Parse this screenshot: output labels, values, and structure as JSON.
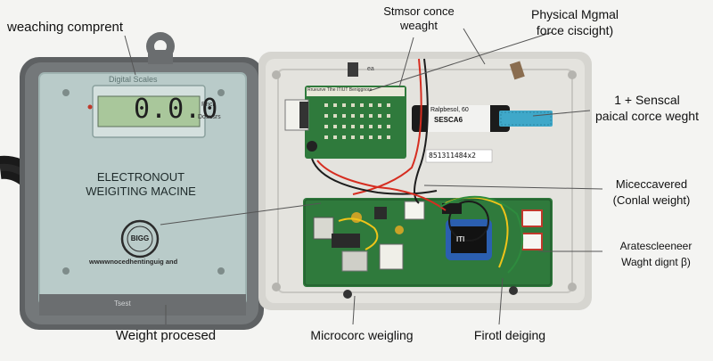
{
  "labels": {
    "weaching_comprent": "weaching comprent",
    "stmsor_line1": "Stmsor conce",
    "stmsor_line2": "weaght",
    "physical_line1": "Physical Mgmal",
    "physical_line2": "force ciscight)",
    "senscal_line1": "1 + Senscal",
    "senscal_line2": "paical corce weght",
    "miceccavered_line1": "Miceccavered",
    "miceccavered_line2": "(Conlal weight)",
    "aratesc_line1": "Aratescleeneer",
    "aratesc_line2": "Waght dignt β)",
    "weight_procesed": "Weight procesed",
    "microcorc": "Microcorc weigling",
    "firotl": "Firotl deiging"
  },
  "device": {
    "display_value": "0.0.0",
    "display_caption": "Digital Scales",
    "side_label_1": "Rnch",
    "side_label_2": "Dosusrs",
    "title_line1": "ELECTRONOUT",
    "title_line2": "WEIGITING MACINE",
    "seal_text": "BIGG",
    "website": "wwwwnocedhentinguig and",
    "footer_mark": "Tsest"
  },
  "board": {
    "top_label": "Rrueurve Tlhe ITIUT Beniggnore",
    "battery_line1": "Ralpbesol, 60",
    "battery_line2": "SESCA6",
    "barcode_text": "851311484x2",
    "marker_top": "ea",
    "chip_text": "ITI"
  },
  "colors": {
    "pcb": "#2f7a3c",
    "case_gray": "#6b6e70",
    "panel": "#b9cbc9",
    "lcd": "#a9c79b",
    "tray": "#e4e3de",
    "sensor_pad": "#3fa8c9"
  }
}
